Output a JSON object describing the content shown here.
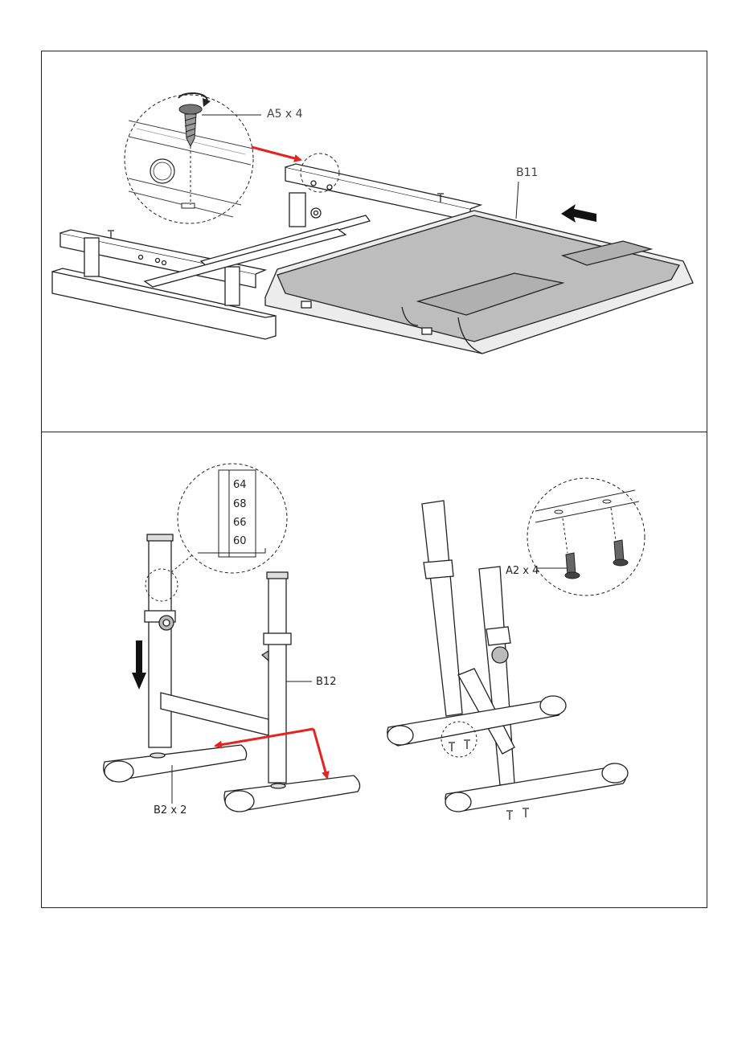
{
  "step_top": {
    "labels": {
      "screw": "A5 x 4",
      "part": "B11"
    }
  },
  "step_bottom": {
    "labels": {
      "column": "B12",
      "feet": "B2 x 2",
      "screws": "A2 x 4"
    },
    "height_marks": [
      "64",
      "68",
      "66",
      "60"
    ]
  },
  "colors": {
    "arrow_red": "#e8231f",
    "line": "#222222",
    "panel_gray": "#bdbdbd",
    "light_gray": "#e6e6e6"
  }
}
